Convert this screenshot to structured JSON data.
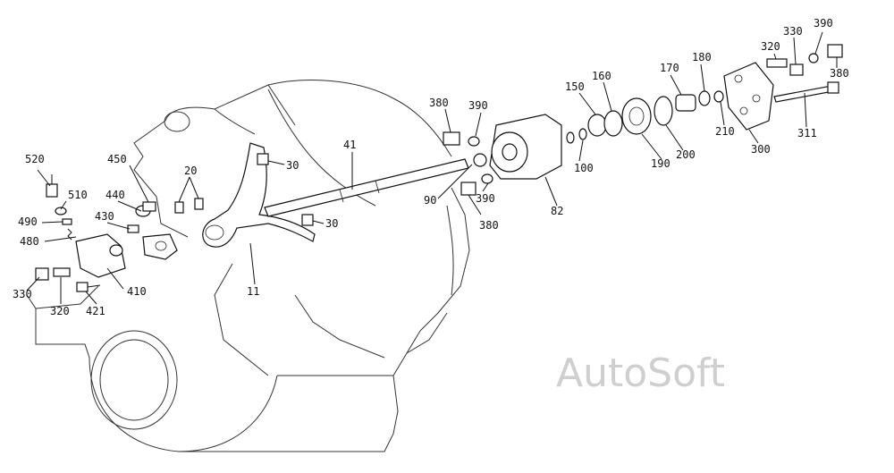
{
  "watermark": "AutoSoft",
  "callouts": {
    "c520": "520",
    "c510": "510",
    "c490": "490",
    "c480": "480",
    "c450": "450",
    "c440": "440",
    "c430": "430",
    "c410": "410",
    "c330a": "330",
    "c320a": "320",
    "c421": "421",
    "c20": "20",
    "c30a": "30",
    "c30b": "30",
    "c11": "11",
    "c41": "41",
    "c90": "90",
    "c380a": "380",
    "c390a": "390",
    "c390b": "390",
    "c380b": "380",
    "c82": "82",
    "c100": "100",
    "c150": "150",
    "c160": "160",
    "c170": "170",
    "c180": "180",
    "c190": "190",
    "c200": "200",
    "c210": "210",
    "c300": "300",
    "c320b": "320",
    "c330b": "330",
    "c390c": "390",
    "c380c": "380",
    "c311": "311"
  },
  "colors": {
    "line": "#111111",
    "watermark": "#cfcfcf"
  }
}
